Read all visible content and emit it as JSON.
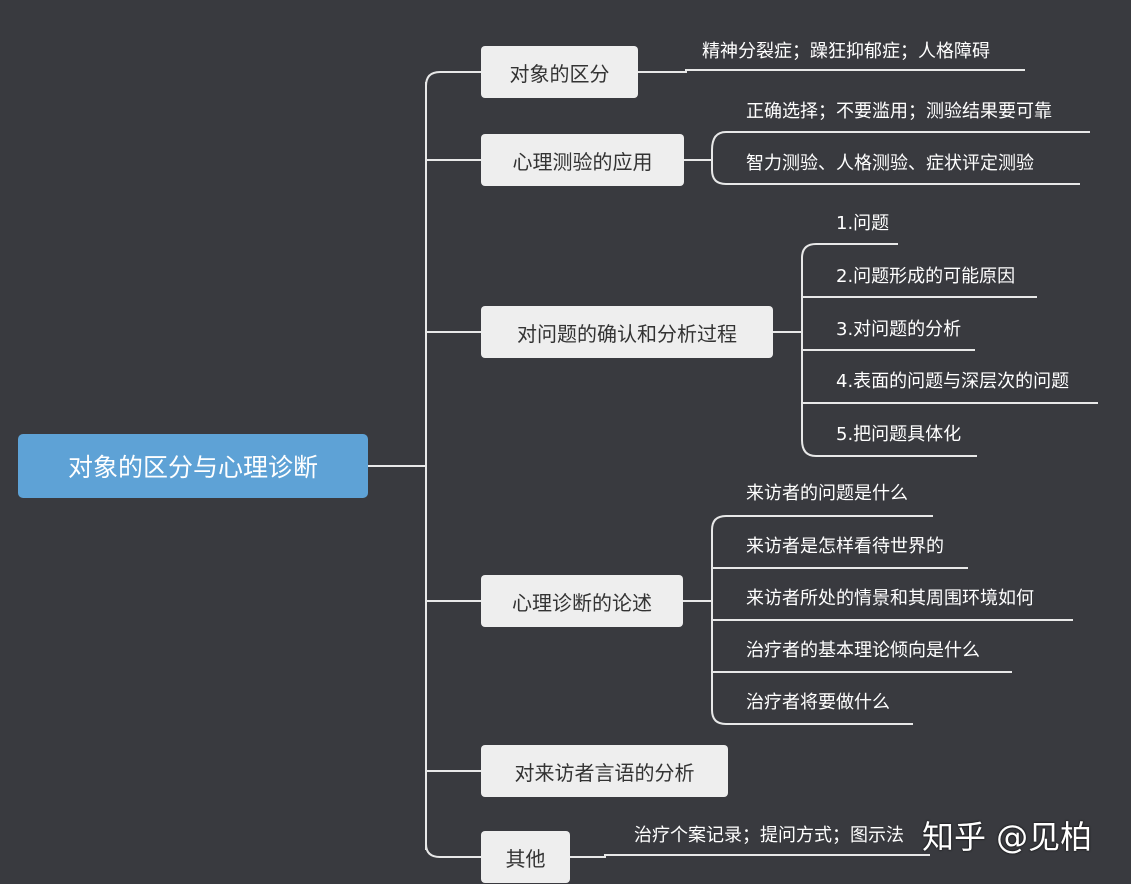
{
  "root": {
    "label": "对象的区分与心理诊断"
  },
  "branches": [
    {
      "label": "对象的区分",
      "items": [
        "精神分裂症；躁狂抑郁症；人格障碍"
      ]
    },
    {
      "label": "心理测验的应用",
      "items": [
        "正确选择；不要滥用；测验结果要可靠",
        "智力测验、人格测验、症状评定测验"
      ]
    },
    {
      "label": "对问题的确认和分析过程",
      "items": [
        "1.问题",
        "2.问题形成的可能原因",
        "3.对问题的分析",
        "4.表面的问题与深层次的问题",
        "5.把问题具体化"
      ]
    },
    {
      "label": "心理诊断的论述",
      "items": [
        "来访者的问题是什么",
        "来访者是怎样看待世界的",
        "来访者所处的情景和其周围环境如何",
        "治疗者的基本理论倾向是什么",
        "治疗者将要做什么"
      ]
    },
    {
      "label": "对来访者言语的分析",
      "items": []
    },
    {
      "label": "其他",
      "items": [
        "治疗个案记录；提问方式；图示法"
      ]
    }
  ],
  "watermark": "知乎 @见柏",
  "colors": {
    "background": "#393a3f",
    "root": "#5ea2d6",
    "node": "#eeeeee",
    "line": "#e8e8e8"
  }
}
